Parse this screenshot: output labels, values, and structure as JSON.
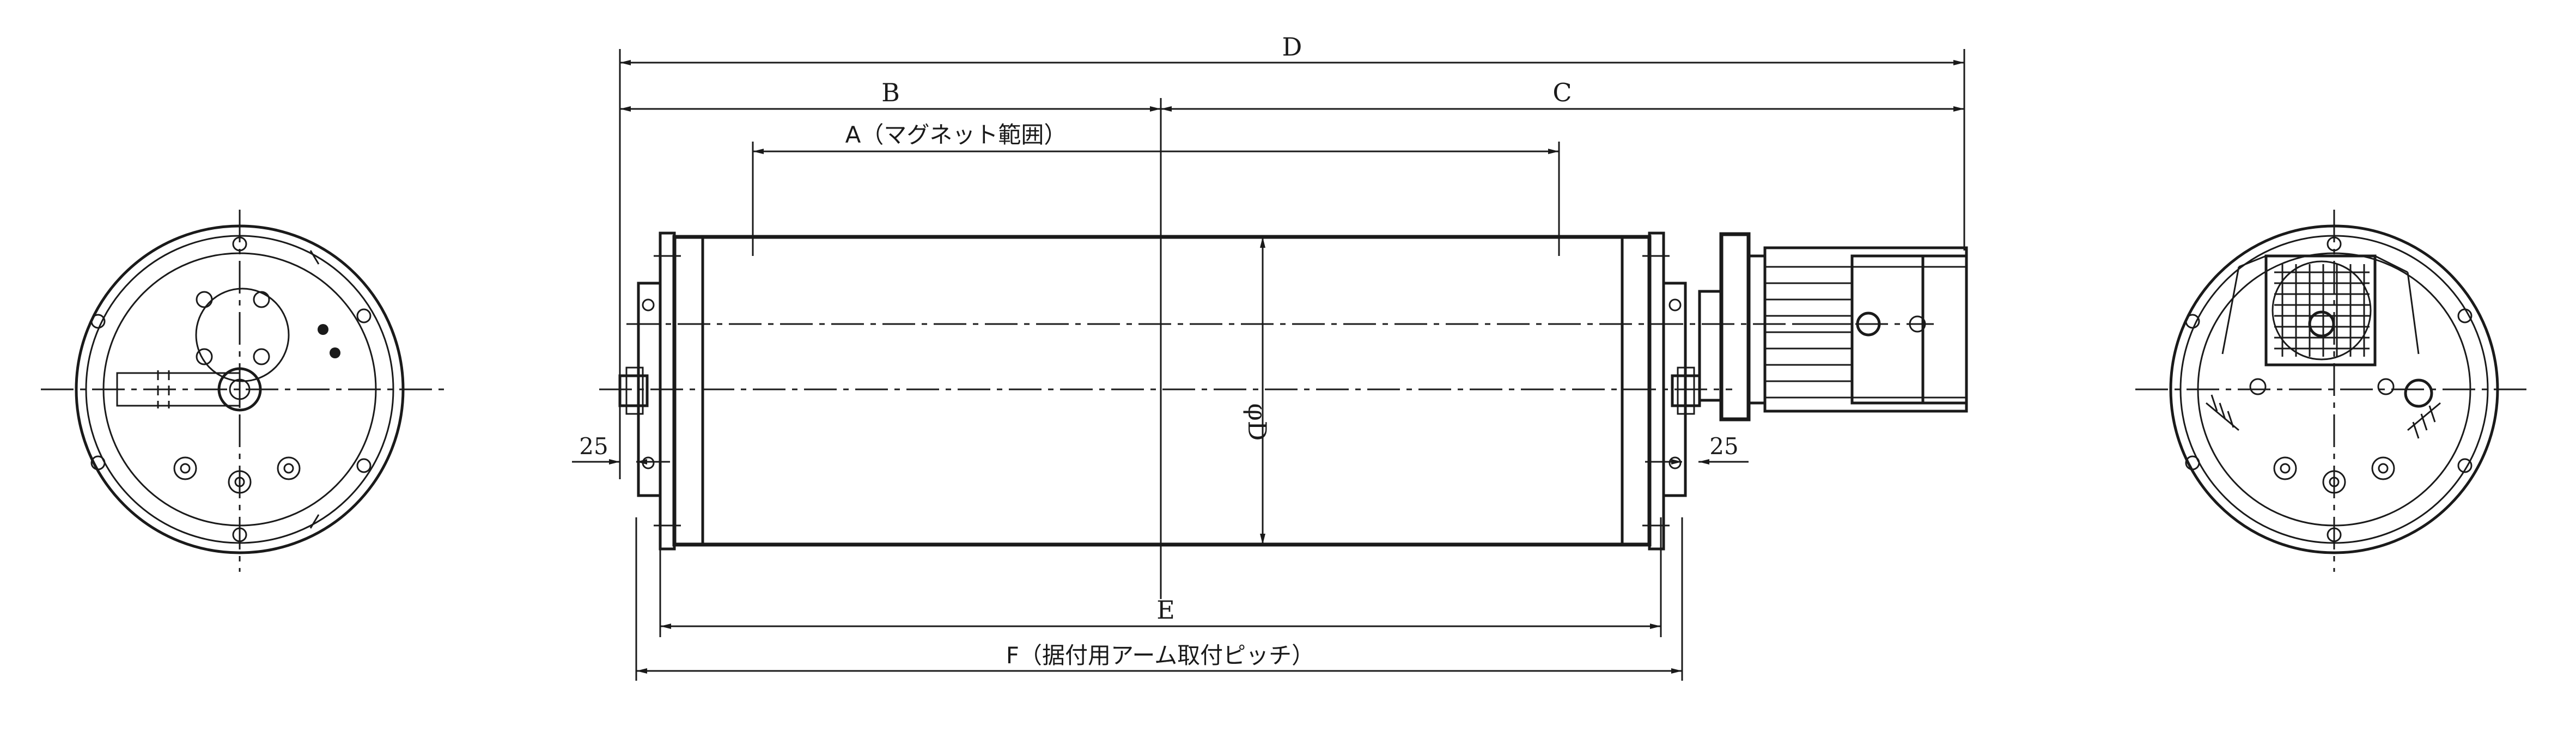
{
  "labels": {
    "overall_length": "D",
    "left_section": "B",
    "right_section": "C",
    "magnet_range": "A（マグネット範囲）",
    "shell_length": "E",
    "arm_pitch": "F（据付用アーム取付ピッチ）",
    "diameter": "φD",
    "left_offset": "25",
    "right_offset": "25"
  },
  "colors": {
    "line": "#1a1a1a",
    "background": "#ffffff"
  }
}
